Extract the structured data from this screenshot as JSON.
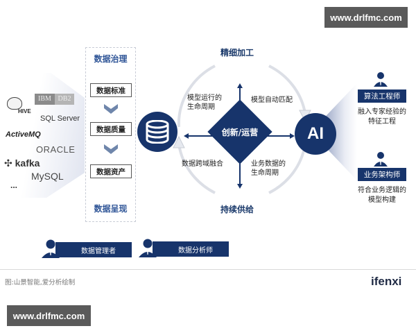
{
  "watermarks": {
    "top": "www.drlfmc.com",
    "bottom": "www.drlfmc.com"
  },
  "sources": {
    "logos": [
      "IBM",
      "DB2",
      "HIVE",
      "SQL Server",
      "ActiveMQ",
      "ORACLE",
      "kafka",
      "MySQL",
      "..."
    ]
  },
  "governance": {
    "title": "数据治理",
    "steps": [
      "数据标准",
      "数据质量",
      "数据资产"
    ],
    "footer": "数据呈现"
  },
  "cycle": {
    "top": "精细加工",
    "bottom": "持续供给",
    "center": "创新/运营",
    "quadrants": {
      "top_left": [
        "模型运行的",
        "生命周期"
      ],
      "top_right": [
        "模型自动匹配"
      ],
      "bottom_left": [
        "数据跨域融合"
      ],
      "bottom_right": [
        "业务数据的",
        "生命周期"
      ]
    },
    "ai_label": "AI"
  },
  "roles_right": [
    {
      "title": "算法工程师",
      "desc": [
        "融入专家经验的",
        "特征工程"
      ]
    },
    {
      "title": "业务架构师",
      "desc": [
        "符合业务逻辑的",
        "模型构建"
      ]
    }
  ],
  "roles_bottom": [
    {
      "title": "数据管理者"
    },
    {
      "title": "数据分析师"
    }
  ],
  "footer": {
    "caption": "图:山景智能,爱分析绘制",
    "brand": "ifenxi"
  },
  "colors": {
    "primary": "#17346b",
    "accent_text": "#2f5597",
    "watermark_bg": "#5a5a5a"
  }
}
